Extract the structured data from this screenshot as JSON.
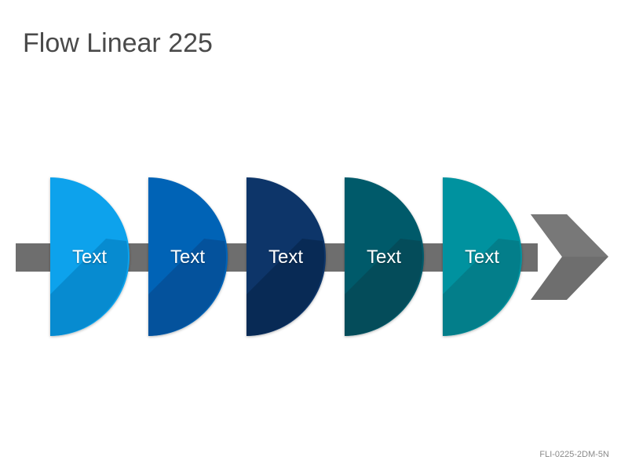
{
  "title": "Flow Linear 225",
  "code": "FLI-0225-2DM-5N",
  "steps": [
    {
      "label": "Text",
      "color": "#0aa2ec",
      "dark": "#078bd0"
    },
    {
      "label": "Text",
      "color": "#0663b6",
      "dark": "#04529c"
    },
    {
      "label": "Text",
      "color": "#0c3569",
      "dark": "#082a55"
    },
    {
      "label": "Text",
      "color": "#055a6a",
      "dark": "#044c5a"
    },
    {
      "label": "Text",
      "color": "#03929f",
      "dark": "#037e8a"
    }
  ],
  "colors": {
    "arrow": "#6e6e6e",
    "arrow_light": "#7a7a7a",
    "title": "#4a4a4a",
    "label": "#ffffff"
  }
}
